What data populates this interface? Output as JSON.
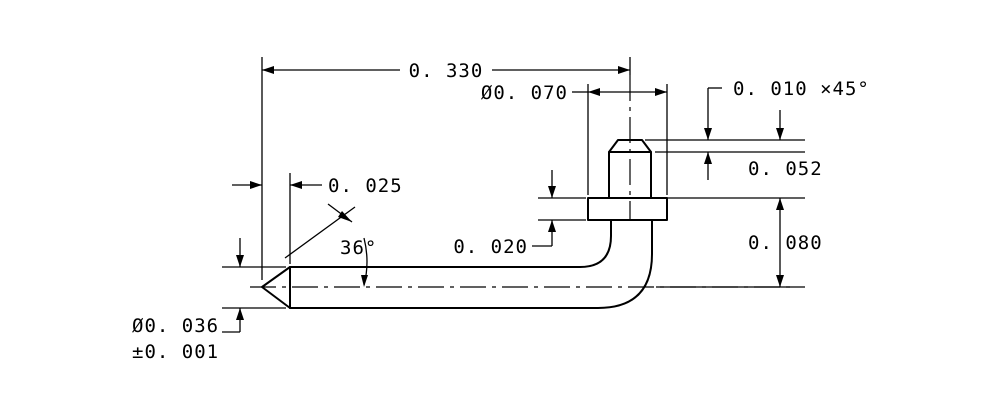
{
  "dimensions": {
    "overall_length": "0. 330",
    "head_diameter": "Ø0. 070",
    "chamfer": "0. 010  ×45°",
    "head_length": "0. 052",
    "tip_length": "0. 025",
    "tip_angle": "36°",
    "collar_thickness": "0. 020",
    "collar_height": "0. 080",
    "wire_diameter": "Ø0. 036",
    "wire_tolerance": "±0. 001"
  }
}
